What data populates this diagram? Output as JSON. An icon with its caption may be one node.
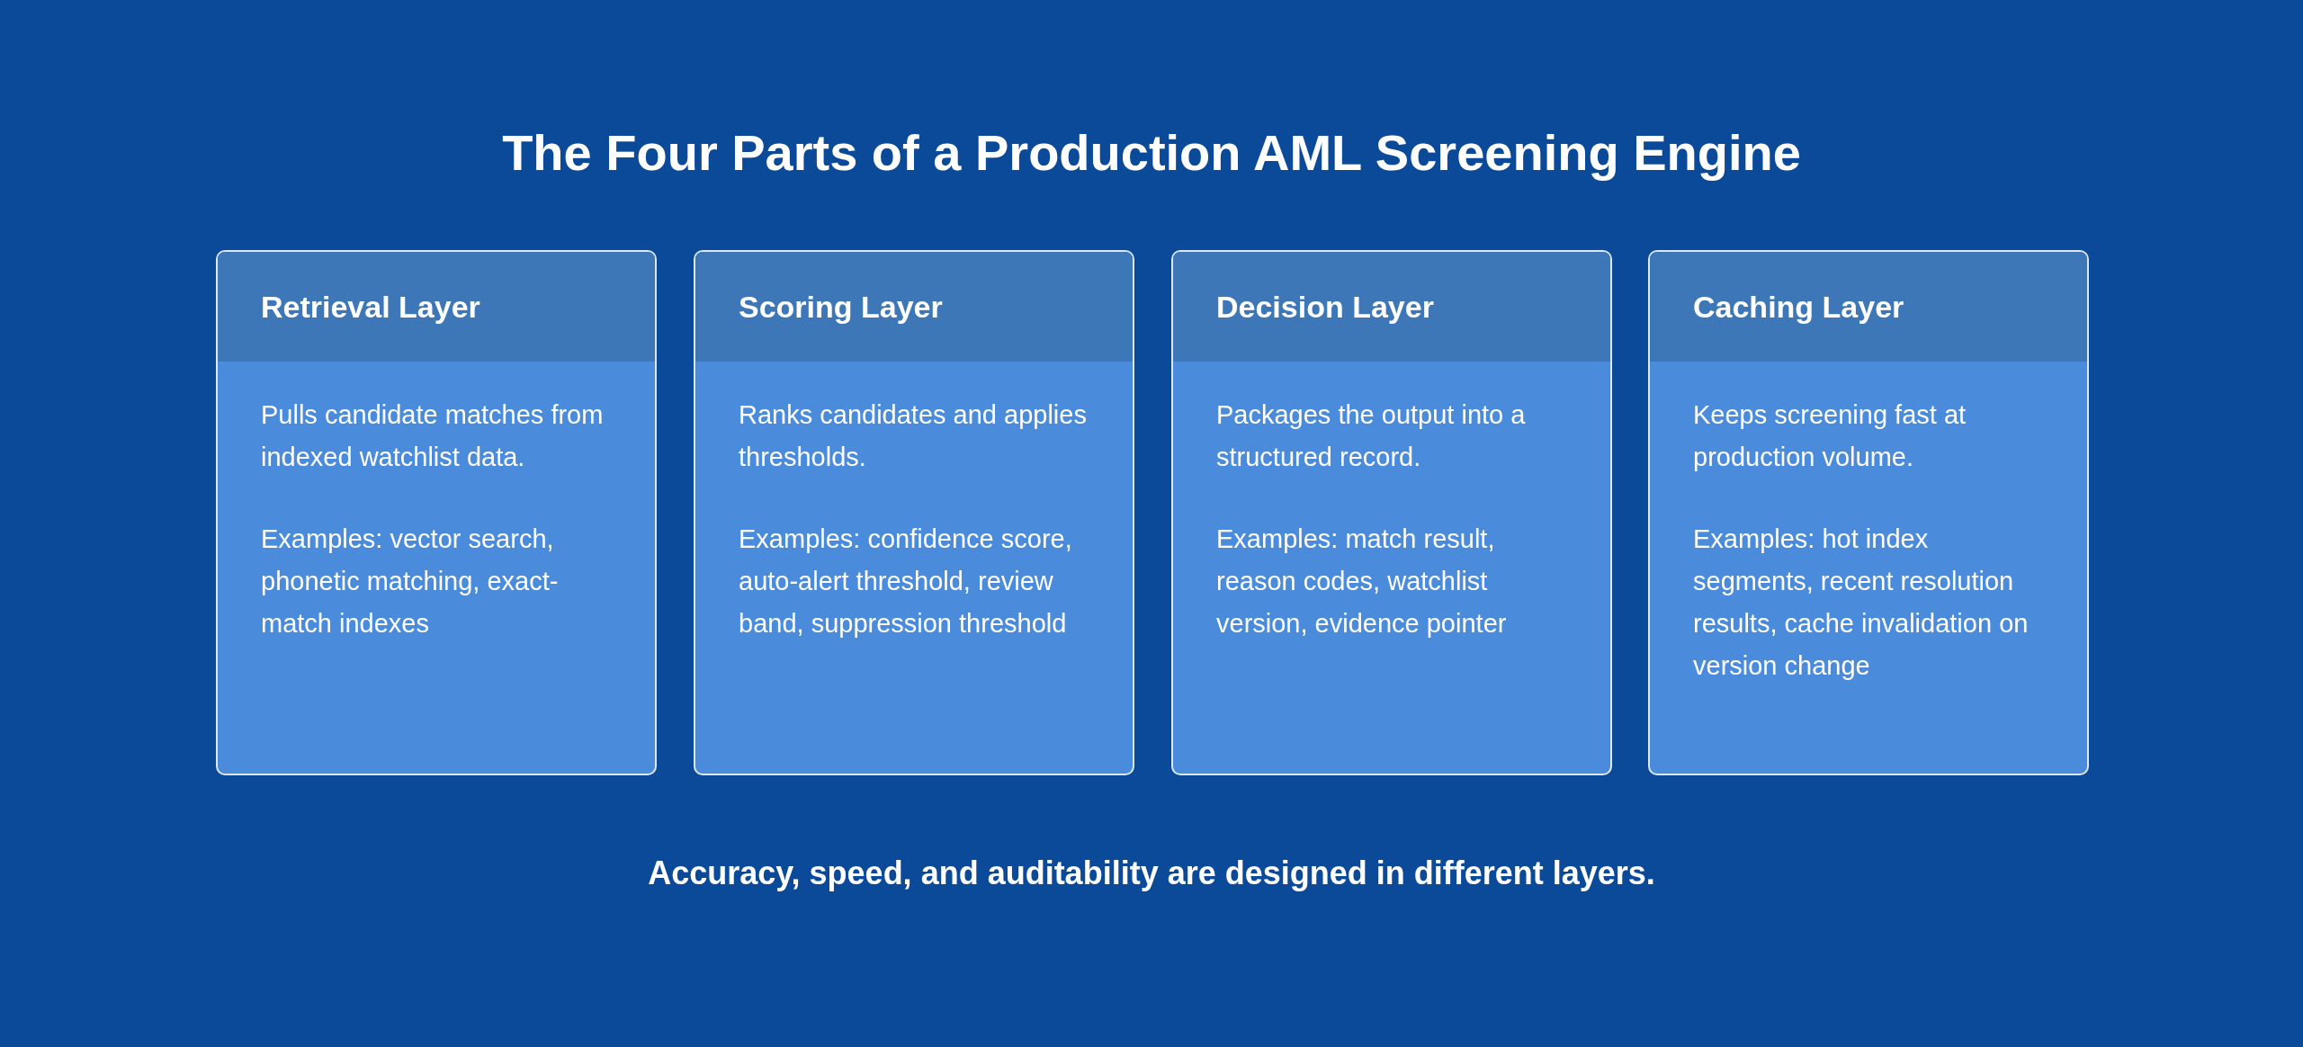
{
  "diagram": {
    "title": "The Four Parts of a Production AML Screening Engine",
    "nodes": [
      {
        "text": [
          "Retrieval Layer",
          "Pulls candidate matches from indexed watchlist data.",
          "Examples: vector search, phonetic matching, exact-match indexes"
        ]
      },
      {
        "text": [
          "Scoring Layer",
          "Ranks candidates and applies thresholds.",
          "Examples: confidence score, auto-alert threshold, review band, suppression threshold"
        ]
      },
      {
        "text": [
          "Decision Layer",
          "Packages the output into a structured record.",
          "Examples: match result, reason codes, watchlist version, evidence pointer"
        ]
      },
      {
        "text": [
          "Caching Layer",
          "Keeps screening fast at production volume.",
          "Examples: hot index segments, recent resolution results, cache invalidation on version change"
        ]
      }
    ],
    "labels": [
      "Accuracy, speed, and auditability are designed in different layers."
    ]
  }
}
